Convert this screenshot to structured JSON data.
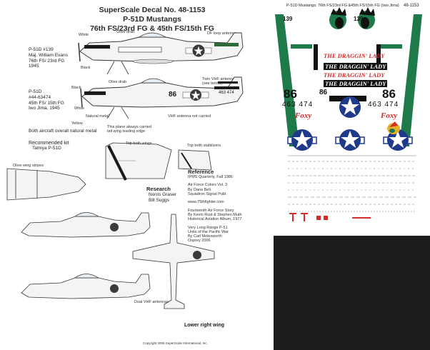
{
  "header": {
    "line1": "SuperScale Decal No. 48-1153",
    "line2": "P-51D Mustangs",
    "line3": "76th FS/23rd FG & 45th FS/15th FG"
  },
  "aircraft1": {
    "line1": "P-51D #139",
    "line2": "Maj. William Evans",
    "line3": "76th FS/ 23rd FG",
    "line4": "1945",
    "note_white": "White",
    "note_black": "Black",
    "note_olive": "Olive drab",
    "note_dfloop": "DF loop antenna"
  },
  "aircraft2": {
    "line1": "P-51D",
    "line2": "#44-63474",
    "line3": "45th FS/ 15th FG",
    "line4": "Iwo Jima, 1945",
    "note_olive": "Olive drab",
    "note_black": "Black",
    "note_yellow": "Yellow",
    "note_white": "White",
    "note_vhf": "Twin VHF antennas (see below)",
    "note_bottom1": "VHF antenna not carried",
    "note_bottom2": "This plane always carried",
    "note_bottom3": "tail wing leading edge",
    "note_nat": "Natural metal"
  },
  "general_note": "Both aircraft overall natural metal",
  "kit": {
    "heading": "Recommended kit",
    "name": "Tamiya P-51D"
  },
  "wing_labels": {
    "top_both": "Top both wings",
    "top_stab": "Top both stabilizers",
    "olive_wing": "Olive wing stripes",
    "lower_right": "Lower right wing",
    "dual_vhf": "Dual VHF antennas"
  },
  "research": {
    "heading": "Research",
    "names": [
      "Norris Graser",
      "Bill Suggs"
    ]
  },
  "reference": {
    "heading": "Reference",
    "entries": [
      "IPMS Quarterly, Fall 1986",
      "Air Force Colors Vol. 3",
      "By Dana Bell",
      "Squadron Signal Publ.",
      "www.75thfighter.com",
      "Fourteenth Air Force Story",
      "By Kevin Rust & Stephen Muth",
      "Historical Aviation Album, 1977",
      "Very Long Range P-51",
      "Units of the Pacific War",
      "By Carl Molesworth",
      "Osprey 2006"
    ]
  },
  "footer": "Copyright 2006 SuperScale International, Inc.",
  "decal_sheet": {
    "header": "P-51D Mustangs: 76th FS/23rd FG &45th FS/15th FG (Iwo Jima)",
    "number": "48-1153",
    "n139a": "139",
    "n139b": "139",
    "dragon_lady": "THE DRAGGIN' LADY",
    "n86": "86",
    "serial": "463 474",
    "foxy": "Foxy",
    "colors": {
      "green": "#1f7a4a",
      "red": "#d42a2a",
      "blue": "#1f3a8a",
      "black": "#111111",
      "backing": "#1d1d1d"
    }
  }
}
